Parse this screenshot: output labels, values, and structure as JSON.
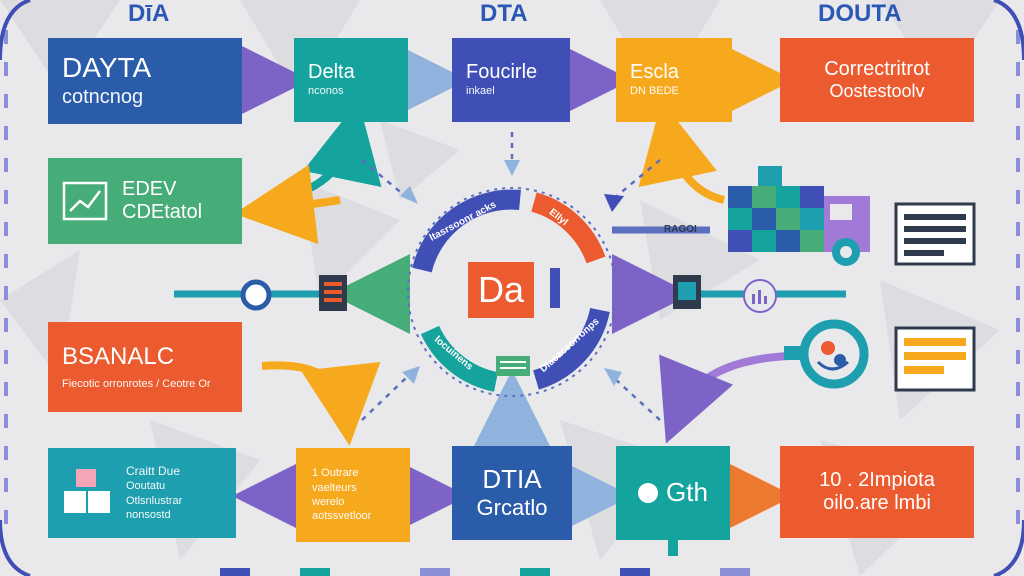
{
  "headers": {
    "left": "DīA",
    "center": "DTA",
    "right": "DOUTA"
  },
  "top_row": [
    {
      "title": "DAYTA",
      "subtitle": "cotncnog"
    },
    {
      "title": "Delta",
      "subtitle": "nconos"
    },
    {
      "title": "Foucirle",
      "subtitle": "inkael"
    },
    {
      "title": "Escla",
      "subtitle": "DN BEDE"
    },
    {
      "title": "Correctritrot",
      "subtitle": "Oostestoolv"
    }
  ],
  "left_col": [
    {
      "title": "EDEV",
      "subtitle": "CDEtatol"
    },
    {
      "title": "BSANALC",
      "subtitle": "Fiecotic orronrotes / Ceotre Or"
    }
  ],
  "bottom_row": [
    {
      "title": "Craitt Due",
      "lines": [
        "Ooutatu",
        "Otlsnlustrar",
        "nonsostd"
      ]
    },
    {
      "title": "1 Outrare",
      "lines": [
        "vaelteurs",
        "werelo",
        "aotssvetloor"
      ]
    },
    {
      "title": "DTIA",
      "subtitle": "Grcatlo"
    },
    {
      "title": "Gth"
    },
    {
      "title": "10 . 2Impiota",
      "subtitle": "oilo.are lmbi"
    }
  ],
  "hub": {
    "center": "Da",
    "arc_top": "ltasrsoonr acks",
    "arc_right": "Ellyl",
    "arc_bottom_left": "locuinens",
    "arc_bottom_right": "Dlaeaceorronps"
  },
  "tags": {
    "right_bar": "RAGOI"
  },
  "colors": {
    "navy": "#2a5caa",
    "teal": "#15a39d",
    "purple": "#3f4fb5",
    "amber": "#f7a91d",
    "orange": "#eb5b2f",
    "green": "#46ad78",
    "sea": "#1d9fb0"
  },
  "icons": [
    "line-chart-icon",
    "document-icon",
    "truck-icon",
    "magnifier-icon",
    "bar-chart-icon",
    "grid-icon",
    "monitor-icon",
    "list-icon"
  ]
}
